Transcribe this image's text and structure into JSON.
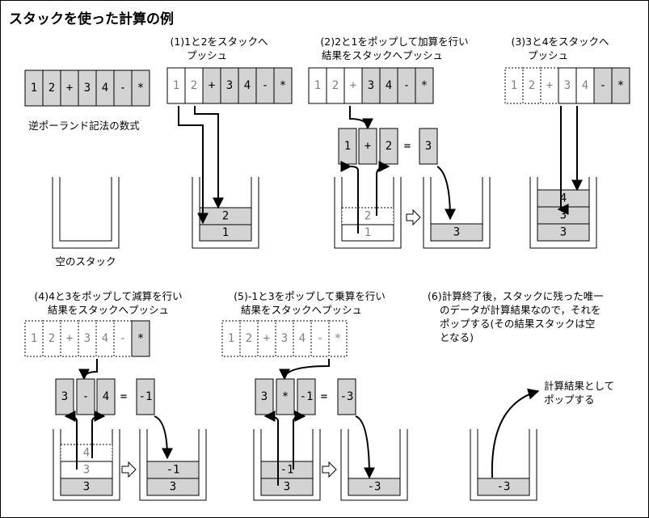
{
  "title": "スタックを使った計算の例",
  "captions": {
    "rpn": "逆ポーランド記法の数式",
    "empty": "空のスタック",
    "s1a": "(1)1と2をスタックへ",
    "s1b": "プッシュ",
    "s2a": "(2)2と1をポップして加算を行い",
    "s2b": "結果をスタックへプッシュ",
    "s3a": "(3)3と4をスタックへ",
    "s3b": "プッシュ",
    "s4a": "(4)4と3をポップして減算を行い",
    "s4b": "結果をスタックへプッシュ",
    "s5a": "(5)-1と3をポップして乗算を行い",
    "s5b": "結果をスタックへプッシュ",
    "s6a": "(6)計算終了後，スタックに残った唯一",
    "s6b": "のデータが計算結果なので，それを",
    "s6c": "ポップする(その結果スタックは空",
    "s6d": "となる)",
    "popa": "計算結果として",
    "popb": "ポップする"
  },
  "tokens": [
    "1",
    "2",
    "+",
    "3",
    "4",
    "-",
    "*"
  ],
  "stack_values": {
    "s1": [
      "2",
      "1"
    ],
    "s2_before": [
      "2",
      "1"
    ],
    "s2_after": [
      "3"
    ],
    "s3": [
      "4",
      "3",
      "3"
    ],
    "s4_before": [
      "4",
      "3",
      "3"
    ],
    "s4_after": [
      "-1",
      "3"
    ],
    "s5_before": [
      "-1",
      "3"
    ],
    "s5_after": [
      "-3"
    ],
    "s6": [
      "-3"
    ]
  },
  "ops": {
    "add": [
      "1",
      "+",
      "2",
      "=",
      "3"
    ],
    "sub": [
      "3",
      "-",
      "4",
      "=",
      "-1"
    ],
    "mul": [
      "3",
      "*",
      "-1",
      "=",
      "-3"
    ]
  },
  "colors": {
    "active": "#d3d3d3",
    "border": "#000000",
    "faded_text": "#808080"
  }
}
